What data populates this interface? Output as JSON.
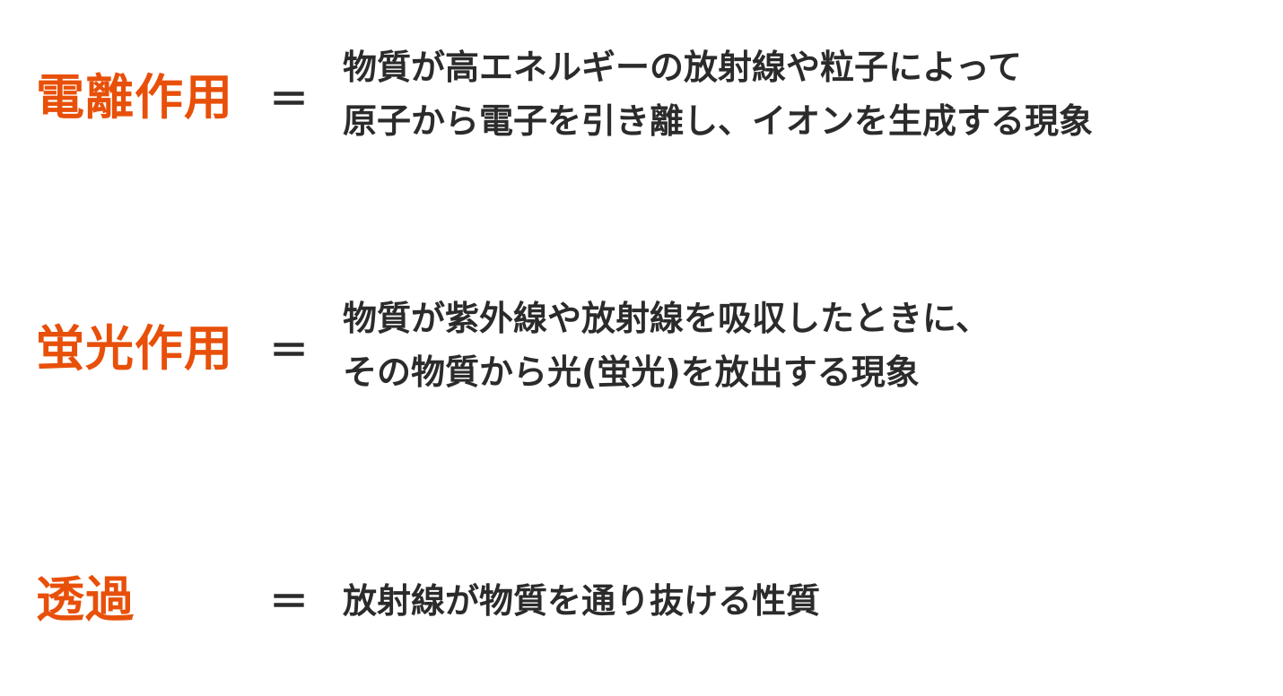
{
  "colors": {
    "term": "#e8500a",
    "text": "#2b2b2b",
    "background": "#ffffff"
  },
  "definitions": [
    {
      "term": "電離作用",
      "equals": "＝",
      "lines": [
        "物質が高エネルギーの放射線や粒子によって",
        "原子から電子を引き離し、イオンを生成する現象"
      ]
    },
    {
      "term": "蛍光作用",
      "equals": "＝",
      "lines": [
        "物質が紫外線や放射線を吸収したときに、",
        "その物質から光(蛍光)を放出する現象"
      ]
    },
    {
      "term": "透過",
      "equals": "＝",
      "lines": [
        "放射線が物質を通り抜ける性質"
      ]
    }
  ]
}
